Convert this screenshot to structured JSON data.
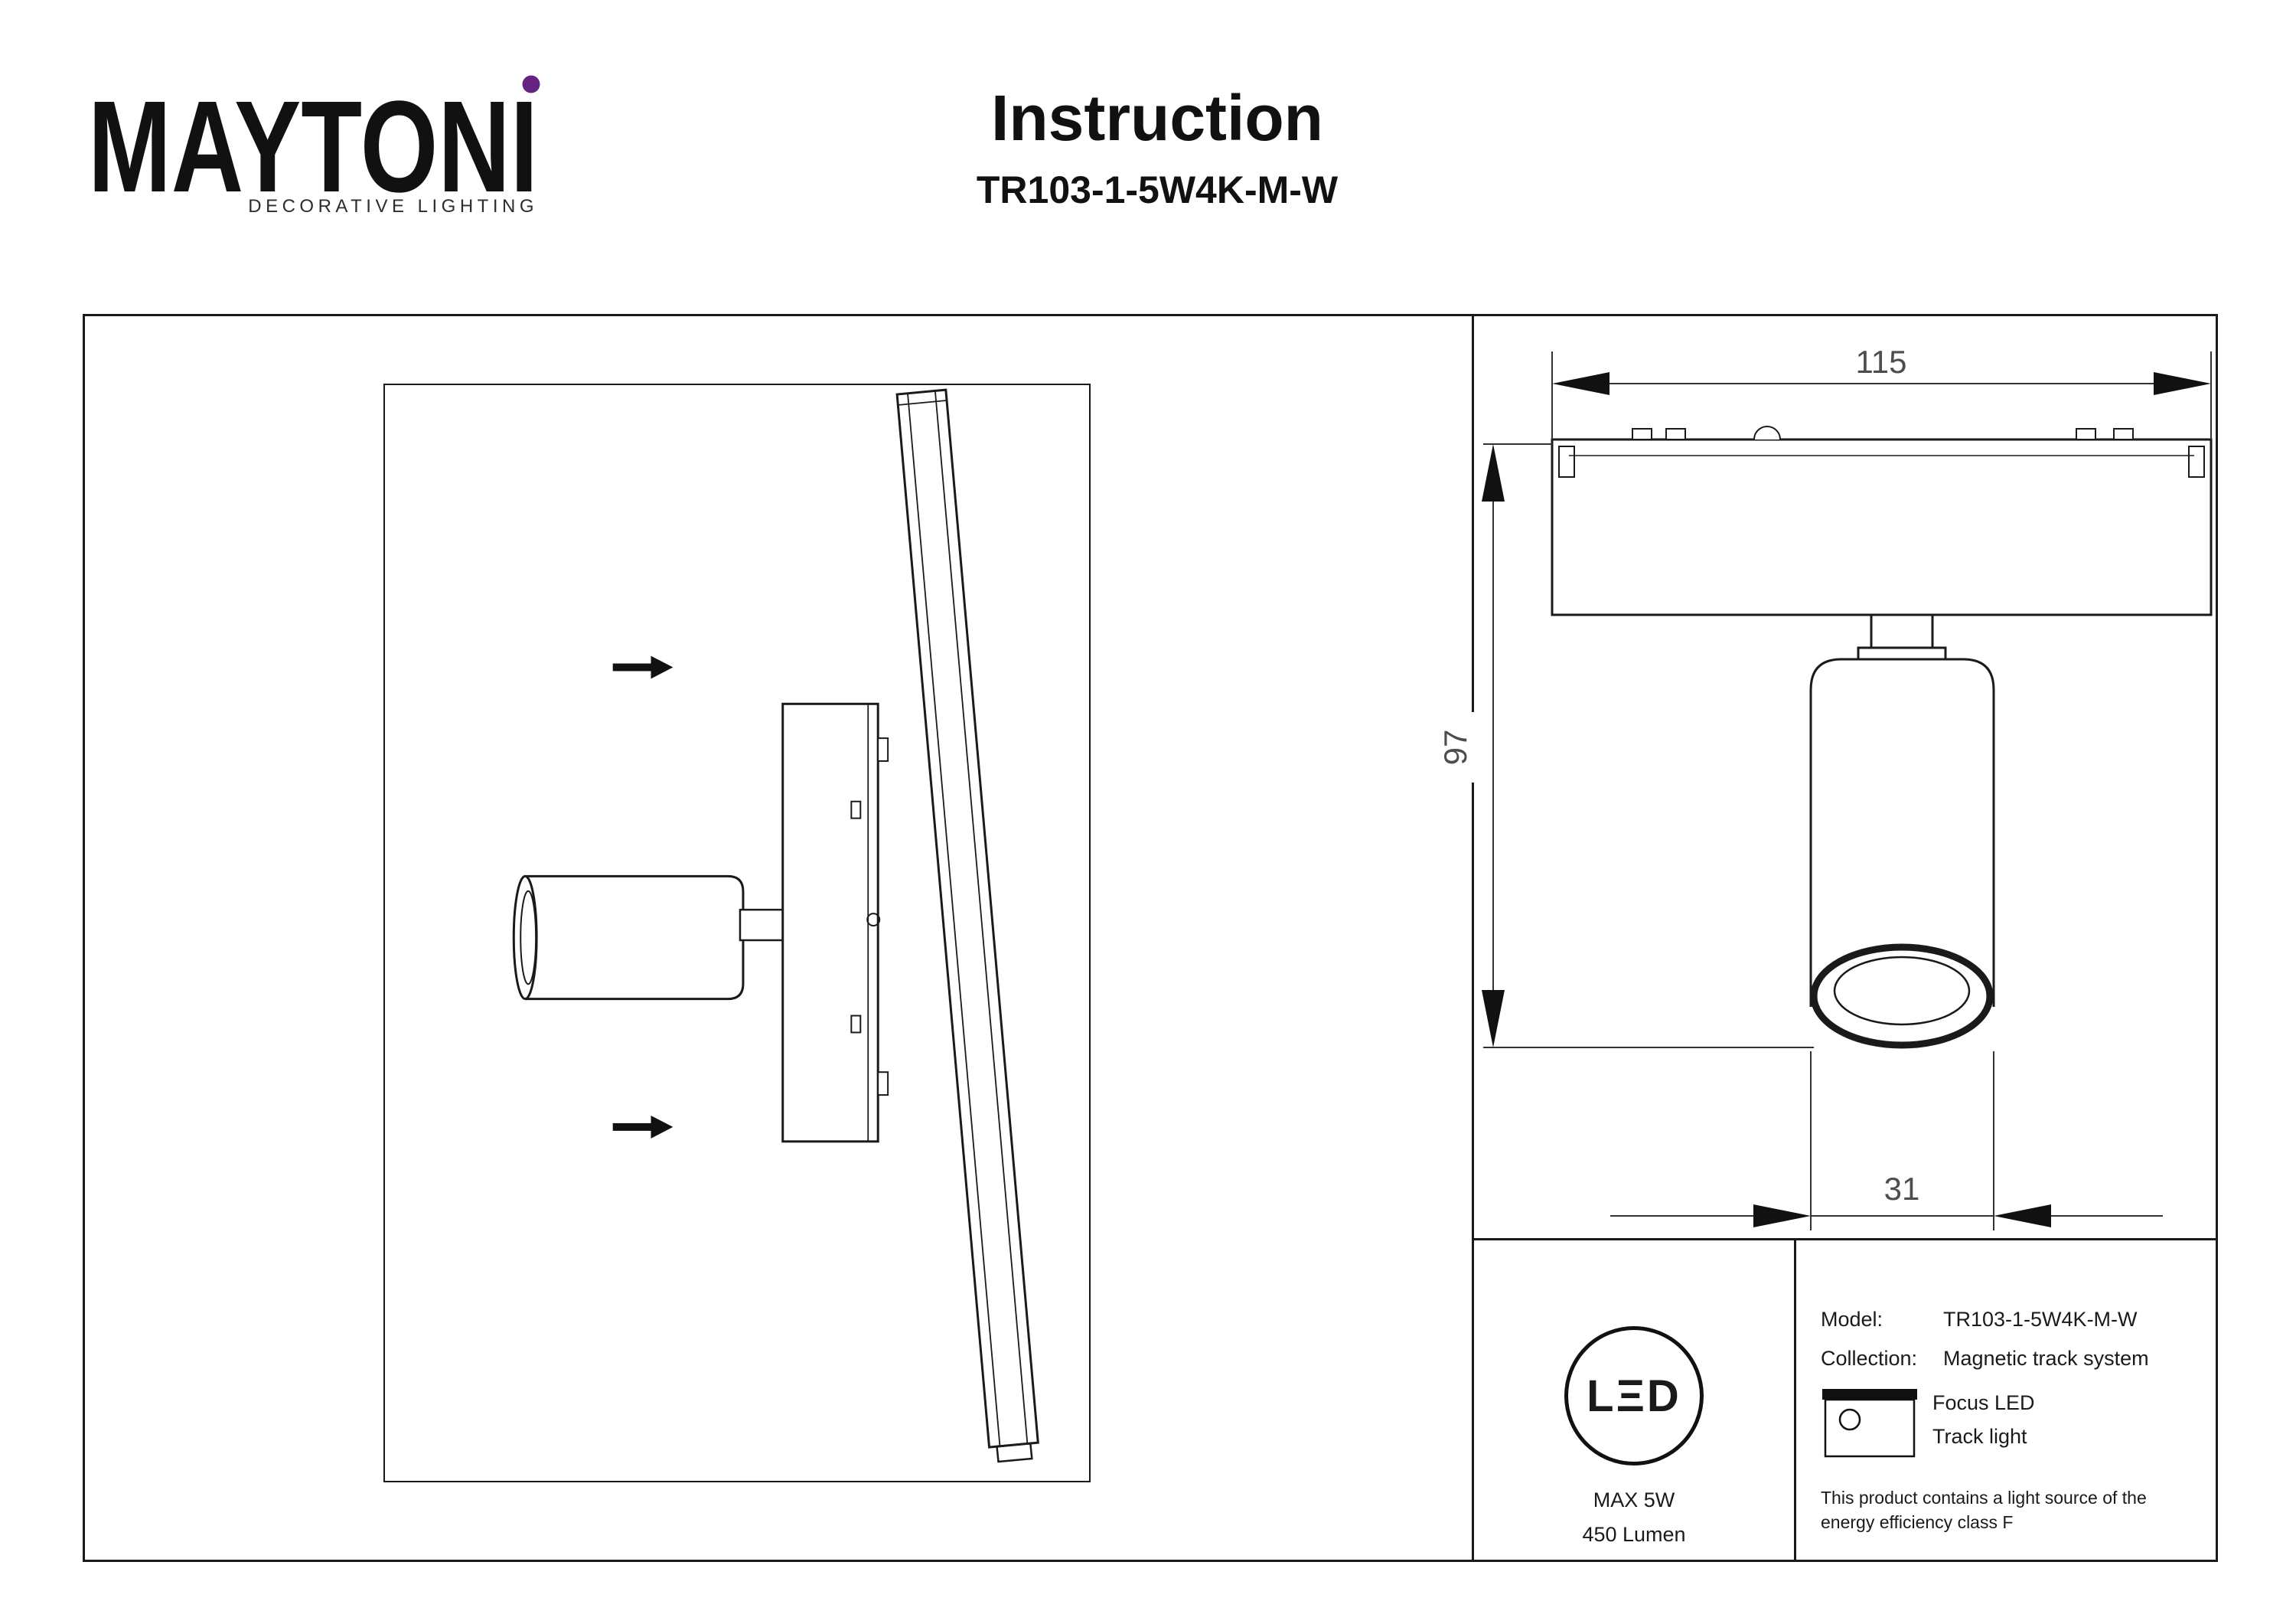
{
  "brand": {
    "logo_text": "MAYTONI",
    "tagline": "DECORATIVE LIGHTING"
  },
  "header": {
    "title": "Instruction",
    "model_code": "TR103-1-5W4K-M-W"
  },
  "drawing": {
    "dim_width_mm": "115",
    "dim_height_mm": "97",
    "dim_diameter_mm": "31"
  },
  "spec": {
    "led_badge": "LΞD",
    "max_power": "MAX 5W",
    "lumen": "450 Lumen",
    "model_label": "Model:",
    "model_value": "TR103-1-5W4K-M-W",
    "collection_label": "Collection:",
    "collection_value": "Magnetic track system",
    "type_line1": "Focus LED",
    "type_line2": "Track light",
    "energy_note_line1": "This product contains a light source of the",
    "energy_note_line2": "energy efficiency class F"
  },
  "icons": {
    "brand_dot": "purple-dot",
    "direction_arrow": "right-arrow",
    "track_light_icon": "track-light-cross-section",
    "led_badge_icon": "led-circle"
  },
  "colors": {
    "ink": "#1a1a1a",
    "dimension_label": "#4d4d4d",
    "brand_purple": "#662482"
  }
}
